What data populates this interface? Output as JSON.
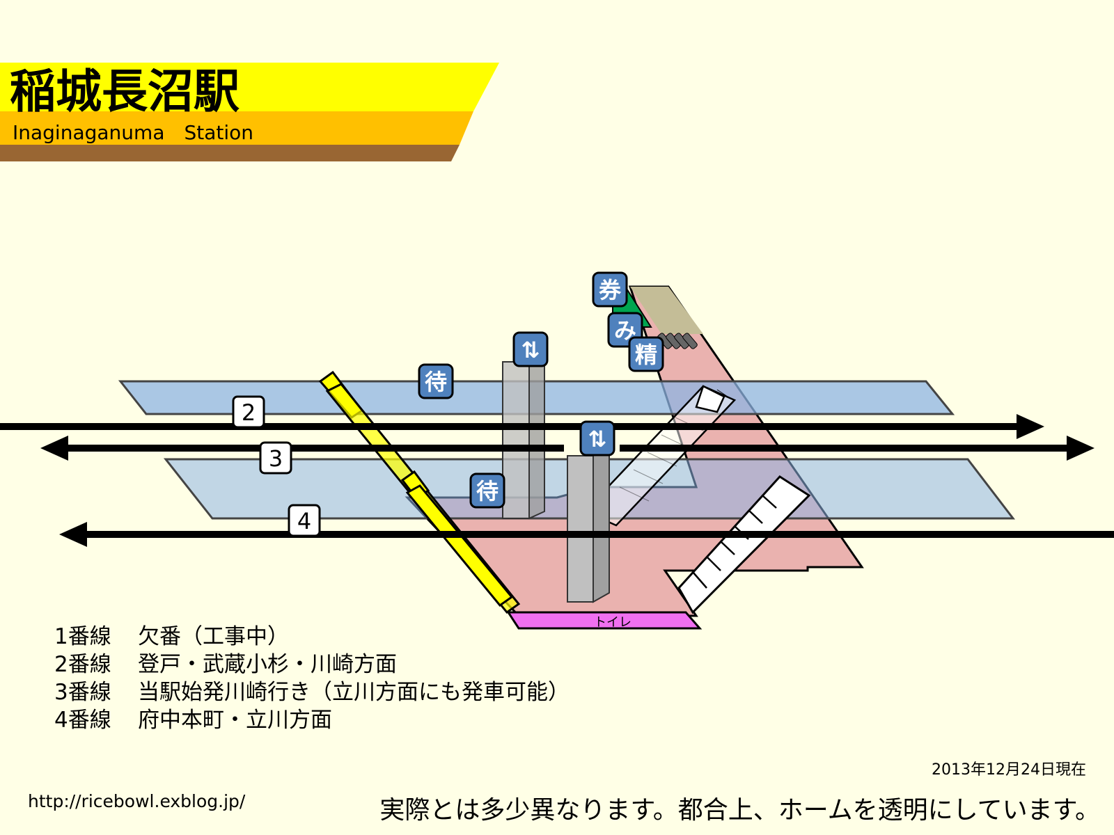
{
  "header": {
    "name_ja": "稲城長沼駅",
    "name_en": "Inaginaganuma　Station",
    "colors": {
      "band_top": "#FFFF00",
      "band_mid": "#FFC000",
      "band_bottom": "#996633"
    }
  },
  "tracks": [
    {
      "number": "2",
      "direction": "right"
    },
    {
      "number": "3",
      "direction": "both"
    },
    {
      "number": "4",
      "direction": "left"
    }
  ],
  "facility_icons": {
    "ticket": "券",
    "midori": "み",
    "fare_adjust": "精",
    "waiting_room_upper": "待",
    "waiting_room_lower": "待",
    "elevator_symbol": "⇅",
    "toilet": "トイレ"
  },
  "lines_legend": [
    {
      "line": "1番線",
      "desc": "欠番（工事中）"
    },
    {
      "line": "2番線",
      "desc": "登戸・武蔵小杉・川崎方面"
    },
    {
      "line": "3番線",
      "desc": "当駅始発川崎行き（立川方面にも発車可能）"
    },
    {
      "line": "4番線",
      "desc": "府中本町・立川方面"
    }
  ],
  "footer": {
    "date": "2013年12月24日現在",
    "url": "http://ricebowl.exblog.jp/",
    "note": "実際とは多少異なります。都合上、ホームを透明にしています。"
  },
  "colors": {
    "platform": "#8EB4E3",
    "concourse": "#E6A5A5",
    "toilet": "#F070F0",
    "icon": "#4F81BD",
    "gate": "#00A550",
    "stair": "#FFFF00"
  }
}
